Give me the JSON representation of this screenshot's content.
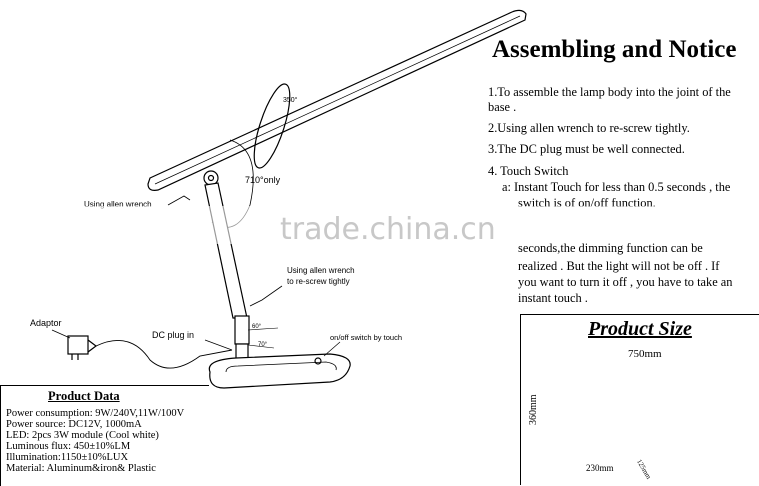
{
  "heading": "Assembling and Notice",
  "notices": {
    "step1_line1": "1.To assemble the lamp body into the joint of the",
    "step1_line2": "base .",
    "step2": "2.Using allen wrench to re-screw tightly.",
    "step3": "3.The DC plug must be well connected.",
    "step4": "4. Touch Switch",
    "step4a_line1": "a: Instant Touch for less than 0.5 seconds , the",
    "step4a_line2": "switch is of  on/off  function.",
    "step4b_line1": "seconds,the dimming function can be",
    "step4b_line2": "realized . But the light will not be off . If",
    "step4b_line3": "you want to turn it off , you have to take an",
    "step4b_line4": "instant touch ."
  },
  "watermark": "trade.china.cn",
  "diagram_labels": {
    "rotation": "350°",
    "arm_rotation": "710°only",
    "allen_wrench_1": "Using allen wrench",
    "allen_wrench_2_line1": "Using allen wrench",
    "allen_wrench_2_line2": "to re-screw tightly",
    "adaptor": "Adaptor",
    "dc_plug": "DC plug in",
    "touch_switch": "on/off switch by touch",
    "angle_60": "60°",
    "angle_70": "70°"
  },
  "product_data": {
    "title": "Product Data",
    "lines": [
      "Power consumption: 9W/240V,11W/100V",
      "Power source: DC12V, 1000mA",
      "LED: 2pcs 3W module  (Cool white)",
      "Luminous flux: 450±10%LM",
      "Illumination:1150±10%LUX",
      "Material: Aluminum&iron& Plastic"
    ]
  },
  "product_size": {
    "title": "Product Size",
    "width": "750mm",
    "height": "360mm",
    "base": "230mm",
    "base_depth": "125mm"
  }
}
